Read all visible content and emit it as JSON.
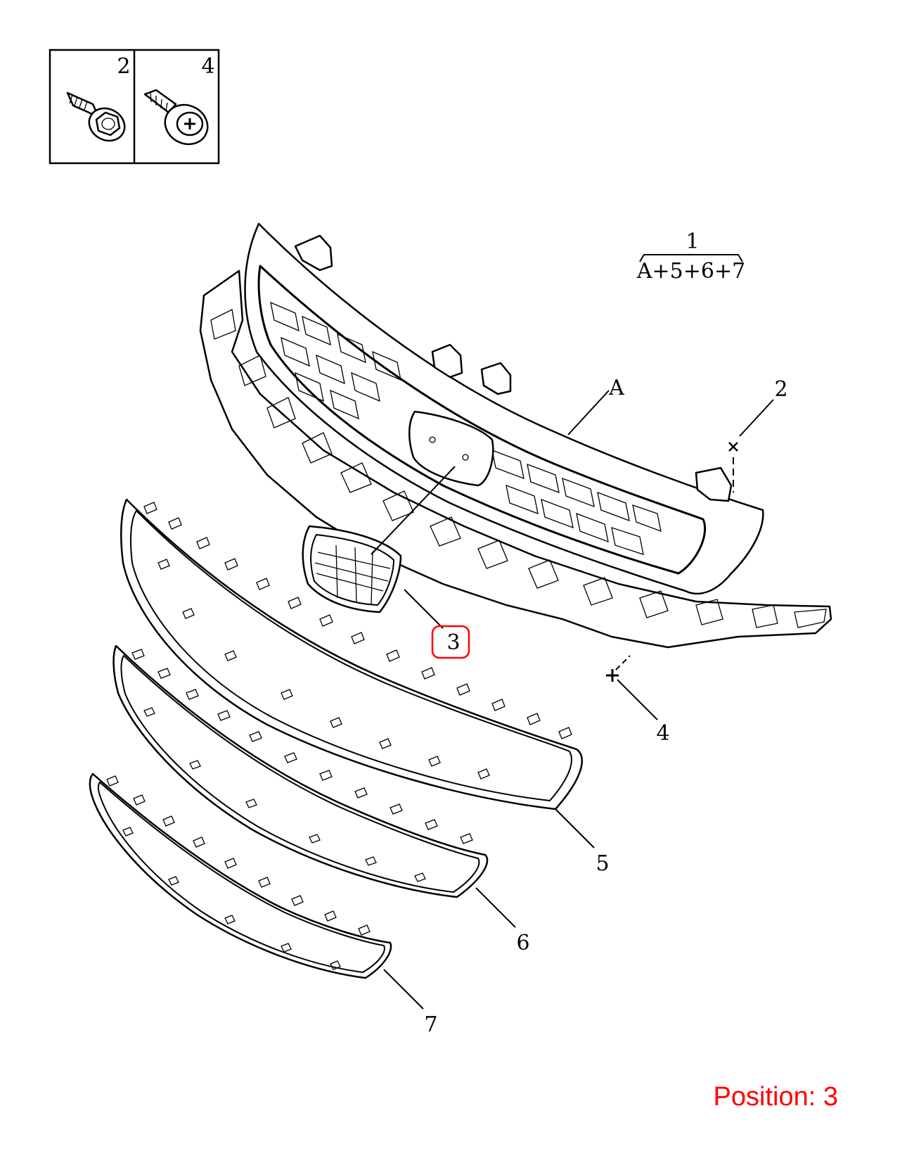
{
  "fastener_box": {
    "bolt_callout": "2",
    "screw_callout": "4"
  },
  "assembly": {
    "callout": "1",
    "composition": "A+5+6+7"
  },
  "callouts": {
    "grille_body": "A",
    "bolt": "2",
    "emblem": "3",
    "screw": "4",
    "trim_outer": "5",
    "trim_middle": "6",
    "trim_inner": "7"
  },
  "highlight_color": "#ff0000",
  "position": {
    "label": "Position: 3"
  }
}
